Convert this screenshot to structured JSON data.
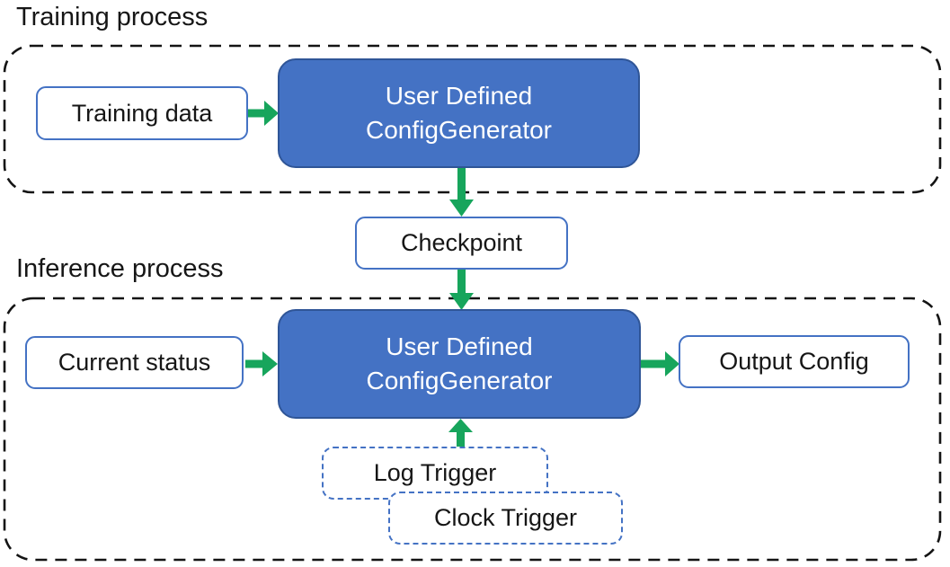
{
  "diagram": {
    "type": "flow-diagram",
    "colors": {
      "shape_blue_fill": "#4472C4",
      "shape_blue_border": "#2F5597",
      "light_box_border": "#4472C4",
      "trigger_dash_border": "#4472C4",
      "arrow_green": "#17A55C",
      "frame_dash_black": "#141414",
      "text_dark": "#161616"
    },
    "training": {
      "section_label": "Training process",
      "input_label": "Training data",
      "generator_line1": "User Defined",
      "generator_line2": "ConfigGenerator"
    },
    "checkpoint_label": "Checkpoint",
    "inference": {
      "section_label": "Inference process",
      "input_label": "Current status",
      "generator_line1": "User Defined",
      "generator_line2": "ConfigGenerator",
      "output_label": "Output Config",
      "trigger1_label": "Log Trigger",
      "trigger2_label": "Clock Trigger"
    },
    "flow": [
      "Training data -> User Defined ConfigGenerator (training)",
      "User Defined ConfigGenerator (training) -> Checkpoint",
      "Checkpoint -> User Defined ConfigGenerator (inference)",
      "Current status -> User Defined ConfigGenerator (inference)",
      "Log Trigger / Clock Trigger -> User Defined ConfigGenerator (inference)",
      "User Defined ConfigGenerator (inference) -> Output Config"
    ]
  }
}
